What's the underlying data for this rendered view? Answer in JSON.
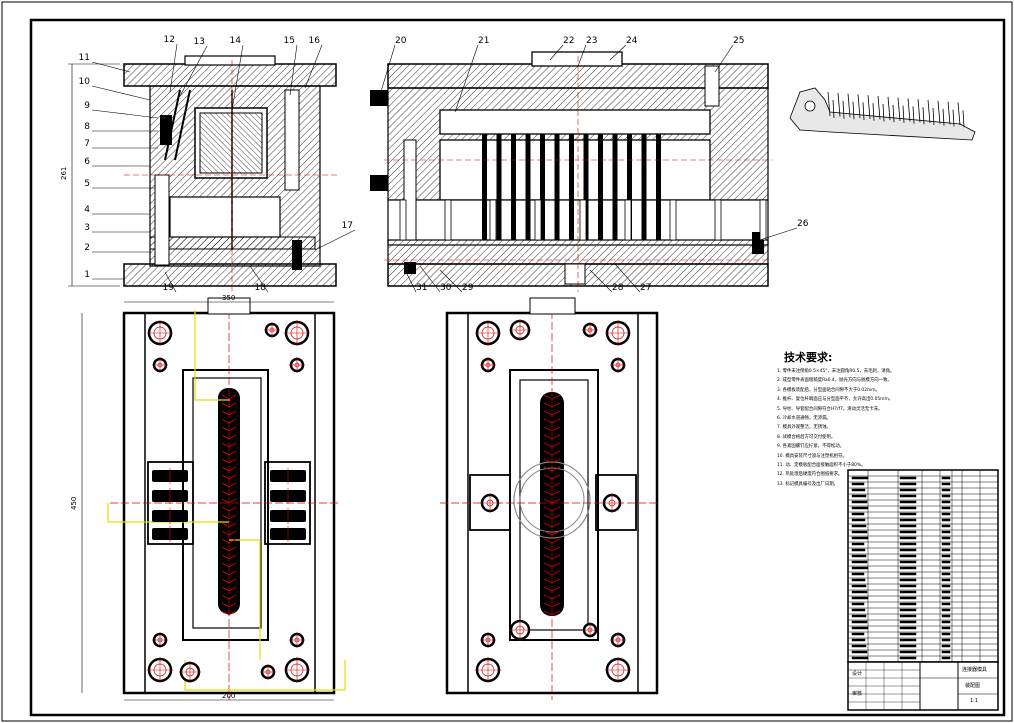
{
  "drawing": {
    "balloons_side": [
      "1",
      "2",
      "3",
      "4",
      "5",
      "6",
      "7",
      "8",
      "9",
      "10",
      "11",
      "12",
      "13",
      "14",
      "15",
      "16",
      "17",
      "18",
      "19"
    ],
    "balloons_front": [
      "20",
      "21",
      "22",
      "23",
      "24",
      "25",
      "26",
      "27",
      "28",
      "29",
      "30",
      "31"
    ],
    "dimensions": {
      "side_height": "261",
      "plan_width_top": "350",
      "plan_height": "450",
      "plan_width_bottom": "200"
    },
    "tech_requirements": {
      "title": "技术要求:",
      "notes": [
        "1. 零件未注倒角0.5×45°，未注圆角R0.5，去毛刺，清角。",
        "2. 成型零件表面粗糙度Ra0.4，抛光方向与脱模方向一致。",
        "3. 各模板装配后，分型面贴合间隙不大于0.02mm。",
        "4. 推杆、复位杆端面应与分型面平齐，允许高出0.05mm。",
        "5. 导柱、导套配合间隙符合H7/f7，滑动灵活无卡滞。",
        "6. 冷却水道通畅，无渗漏。",
        "7. 模具外观整洁，无锈蚀。",
        "8. 试模合格后方可交付使用。",
        "9. 各紧固螺钉应拧紧，不得松动。",
        "10. 模具安装尺寸须与注塑机相符。",
        "11. 动、定模板配合面接触面积不小于80%。",
        "12. 热处理后硬度符合图纸要求。",
        "13. 标记模具编号及出厂日期。"
      ]
    },
    "title_block": {
      "designer_label": "设计",
      "checker_label": "审核",
      "name": "连接器模具",
      "drawing_no": "装配图",
      "scale": "1:1"
    }
  }
}
